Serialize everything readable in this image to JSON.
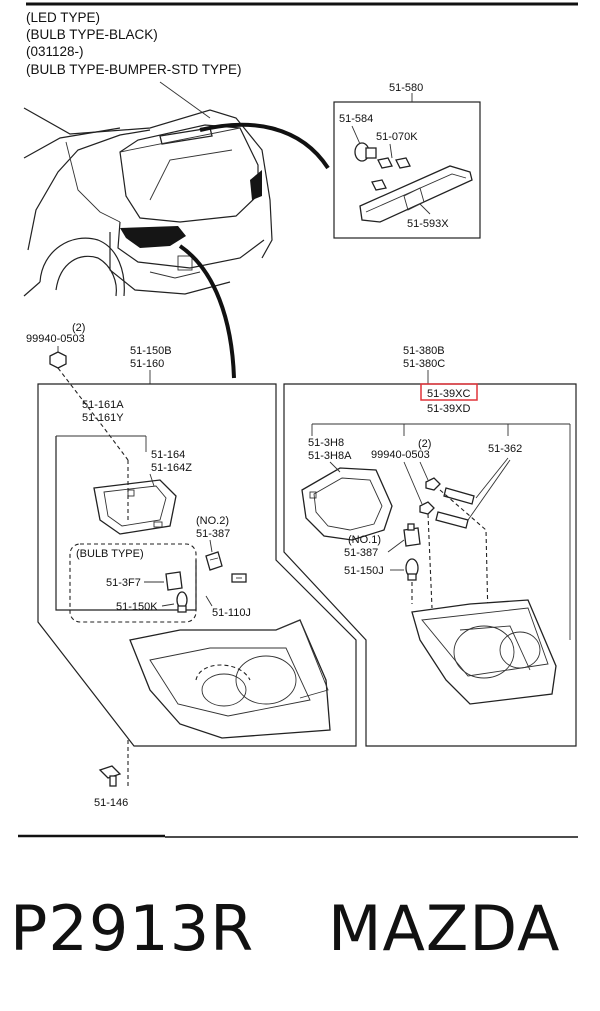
{
  "header": {
    "lines": [
      "(LED TYPE)",
      "(BULB TYPE-BLACK)",
      "(031128-)",
      "(BULB TYPE-BUMPER-STD TYPE)"
    ]
  },
  "parts": {
    "p51_580": "51-580",
    "p51_584": "51-584",
    "p51_070k": "51-070K",
    "p51_593x": "51-593X",
    "p99940_left_qty": "(2)",
    "p99940_left": "99940-0503",
    "p51_150b": "51-150B",
    "p51_160": "51-160",
    "p51_161a": "51-161A",
    "p51_161y": "51-161Y",
    "p51_164": "51-164",
    "p51_164z": "51-164Z",
    "no2": "(NO.2)",
    "p51_387_left": "51-387",
    "bulb_type": "(BULB  TYPE)",
    "p51_3f7": "51-3F7",
    "p51_150k": "51-150K",
    "p51_110j": "51-110J",
    "p51_146": "51-146",
    "p51_380b": "51-380B",
    "p51_380c": "51-380C",
    "p51_39xc": "51-39XC",
    "p51_39xd": "51-39XD",
    "p51_3h8": "51-3H8",
    "p51_3h8a": "51-3H8A",
    "p99940_right_qty": "(2)",
    "p99940_right": "99940-0503",
    "p51_362": "51-362",
    "no1": "(NO.1)",
    "p51_387_right": "51-387",
    "p51_150j": "51-150J"
  },
  "footer": {
    "code": "P2913R",
    "brand": "MAZDA"
  },
  "colors": {
    "highlight": "#e0343a",
    "ink": "#111111"
  }
}
